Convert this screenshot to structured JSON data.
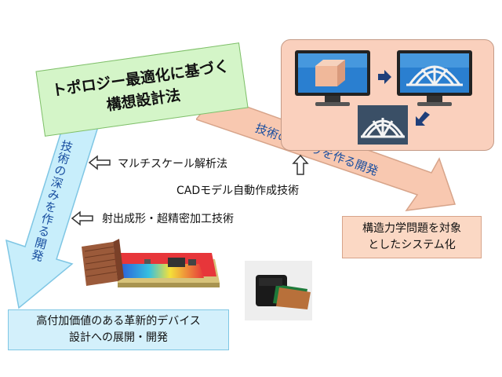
{
  "title": {
    "line1": "トポロジー最適化に基づく",
    "line2": "構想設計法"
  },
  "arrows": {
    "depth_label": "技術の深みを作る開発",
    "breadth_label": "技術の広がりを作る開発"
  },
  "techniques": {
    "multiscale": "マルチスケール解析法",
    "cad": "CADモデル自動作成技術",
    "injection": "射出成形・超精密加工技術"
  },
  "box_right": {
    "line1": "構造力学問題を対象",
    "line2": "としたシステム化"
  },
  "box_bottom": {
    "line1": "高付加価値のある革新的デバイス",
    "line2": "設計への展開・開発"
  },
  "colors": {
    "green_box": "#d4f5c8",
    "blue_arrow": "#c8eefb",
    "orange_arrow": "#f8c8b0",
    "panel_bg": "#fad0bd",
    "label_blue": "#1a4fa0",
    "screen_blue": "#2a7fd0"
  },
  "icons": [
    "monitor-icon",
    "cube-icon",
    "arch-structure-icon",
    "arrow-right-icon",
    "arrow-down-left-icon",
    "hollow-arrow-icon"
  ]
}
